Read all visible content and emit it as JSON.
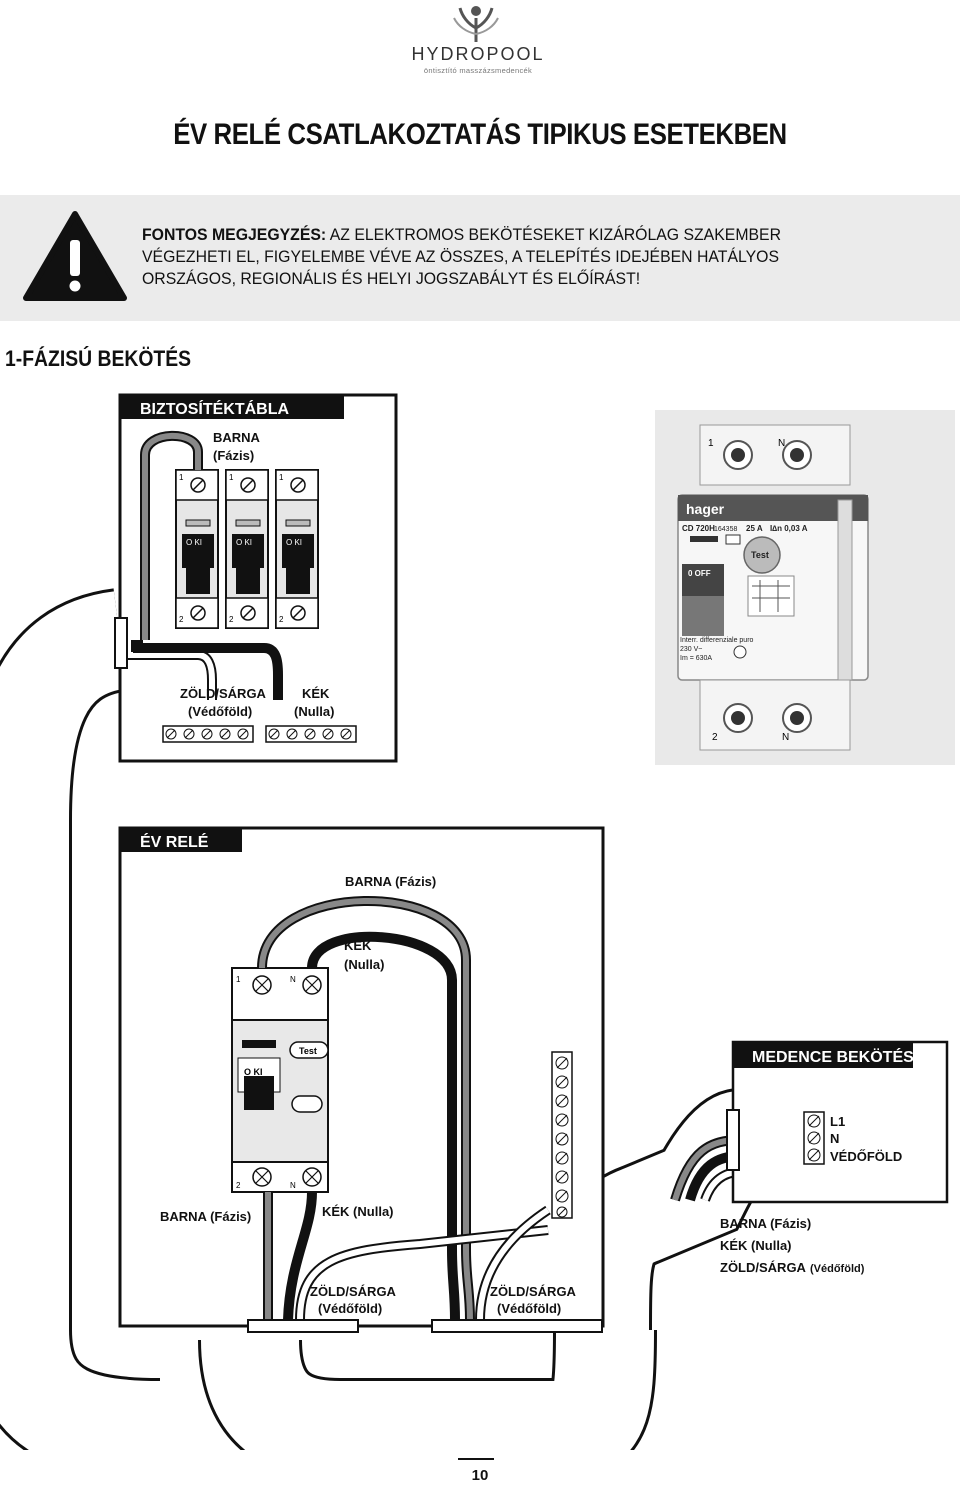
{
  "header": {
    "logo_name": "HYDROPOOL",
    "logo_tagline": "öntisztító masszázsmedencék",
    "title": "ÉV RELÉ CSATLAKOZTATÁS TIPIKUS ESETEKBEN"
  },
  "notice": {
    "icon": "warning-triangle-icon",
    "label": "FONTOS MEGJEGYZÉS:",
    "text": " AZ ELEKTROMOS BEKÖTÉSEKET KIZÁRÓLAG SZAKEMBER VÉGEZHETI EL, FIGYELEMBE VÉVE AZ ÖSSZES, A TELEPÍTÉS IDEJÉBEN HATÁLYOS ORSZÁGOS, REGIONÁLIS ÉS HELYI JOGSZABÁLYT ÉS ELŐÍRÁST!"
  },
  "section": {
    "title": "1-FÁZISÚ BEKÖTÉS"
  },
  "diagram": {
    "fuse_box": {
      "tab": "BIZTOSÍTÉKTÁBLA",
      "brown_label": [
        "BARNA",
        "(Fázis)"
      ],
      "green_label": [
        "ZÖLD/SÁRGA",
        "(Védőföld)"
      ],
      "blue_label": [
        "KÉK",
        "(Nulla)"
      ],
      "breaker_switch": "O  KI",
      "terminal_top": "1",
      "terminal_bottom": "2"
    },
    "rcd_photo": {
      "brand": "hager",
      "model": "CD 720H",
      "ref": "164358",
      "rating": "25 A",
      "sensitivity": "I∆n 0,03 A",
      "test_button": "Test",
      "switch_label": "0 OFF",
      "spec_lines": [
        "Interr. differenziale puro",
        "230 V~",
        "Im = 630A"
      ],
      "top_terminals": [
        "1",
        "N"
      ],
      "bottom_terminals": [
        "2",
        "N"
      ]
    },
    "rcd_box": {
      "tab": "ÉV RELÉ",
      "brown_label": "BARNA (Fázis)",
      "blue_label": [
        "KÉK",
        "(Nulla)"
      ],
      "test_button": "Test",
      "switch": "O  KI",
      "top_terminals": [
        "1",
        "N"
      ],
      "bottom_terminals": [
        "2",
        "N"
      ]
    },
    "pool": {
      "tab": "MEDENCE BEKÖTÉS",
      "terminal_labels": [
        "L1",
        "N",
        "VÉDŐFÖLD"
      ]
    },
    "cable_labels": {
      "left_brown": "BARNA (Fázis)",
      "left_blue": "KÉK (Nulla)",
      "green_1": [
        "ZÖLD/SÁRGA",
        "(Védőföld)"
      ],
      "green_2": [
        "ZÖLD/SÁRGA",
        "(Védőföld)"
      ],
      "right_brown": "BARNA (Fázis)",
      "right_blue": "KÉK (Nulla)",
      "right_green": "ZÖLD/SÁRGA",
      "right_green_sub": "(Védőföld)"
    }
  },
  "footer": {
    "page": "10"
  }
}
